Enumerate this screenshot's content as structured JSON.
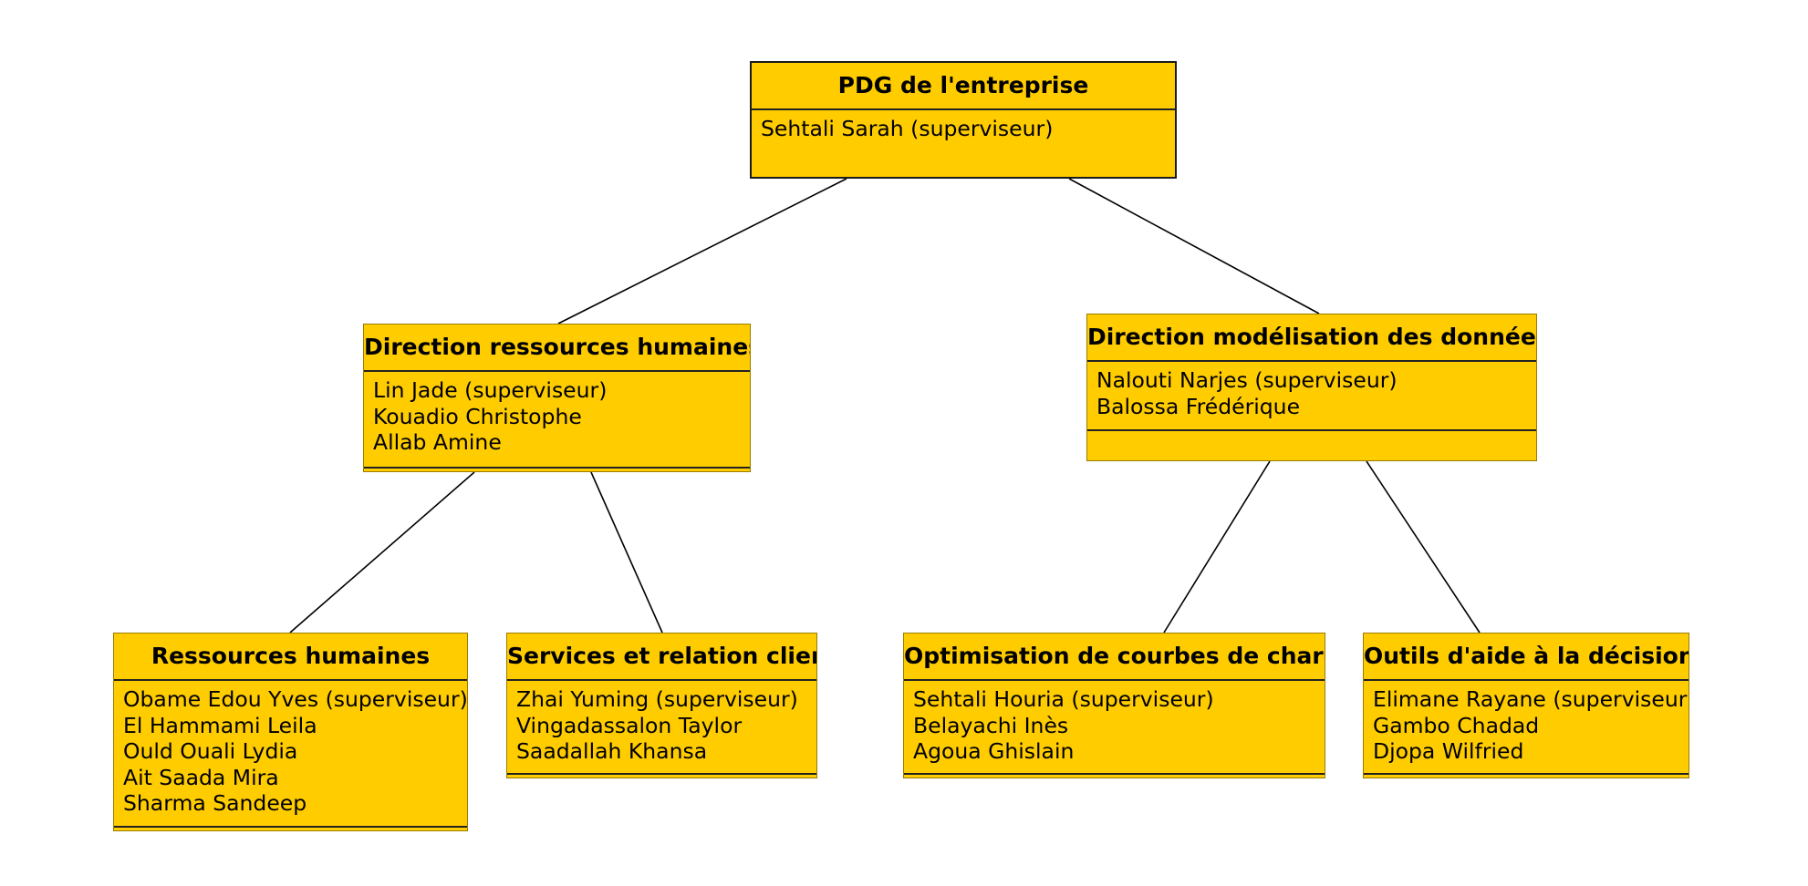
{
  "colors": {
    "box_fill": "#ffcc00",
    "line": "#000000"
  },
  "org_chart": {
    "ceo": {
      "title": "PDG de l'entreprise",
      "members": [
        "Sehtali Sarah (superviseur)"
      ]
    },
    "hr_direction": {
      "title": "Direction ressources humaines",
      "members": [
        "Lin Jade (superviseur)",
        "Kouadio Christophe",
        "Allab Amine"
      ]
    },
    "data_direction": {
      "title": "Direction modélisation des données",
      "members": [
        "Nalouti Narjes (superviseur)",
        "Balossa Frédérique"
      ]
    },
    "hr_team": {
      "title": "Ressources humaines",
      "members": [
        "Obame Edou Yves (superviseur)",
        "El Hammami Leila",
        "Ould Ouali Lydia",
        "Ait Saada Mira",
        "Sharma Sandeep"
      ]
    },
    "client_team": {
      "title": "Services et relation client",
      "members": [
        "Zhai Yuming (superviseur)",
        "Vingadassalon Taylor",
        "Saadallah Khansa"
      ]
    },
    "load_curve_team": {
      "title": "Optimisation de courbes de charge",
      "members": [
        "Sehtali Houria (superviseur)",
        "Belayachi Inès",
        "Agoua Ghislain"
      ]
    },
    "decision_team": {
      "title": "Outils d'aide à la décision",
      "members": [
        "Elimane Rayane (superviseur)",
        "Gambo Chadad",
        "Djopa Wilfried"
      ]
    }
  }
}
